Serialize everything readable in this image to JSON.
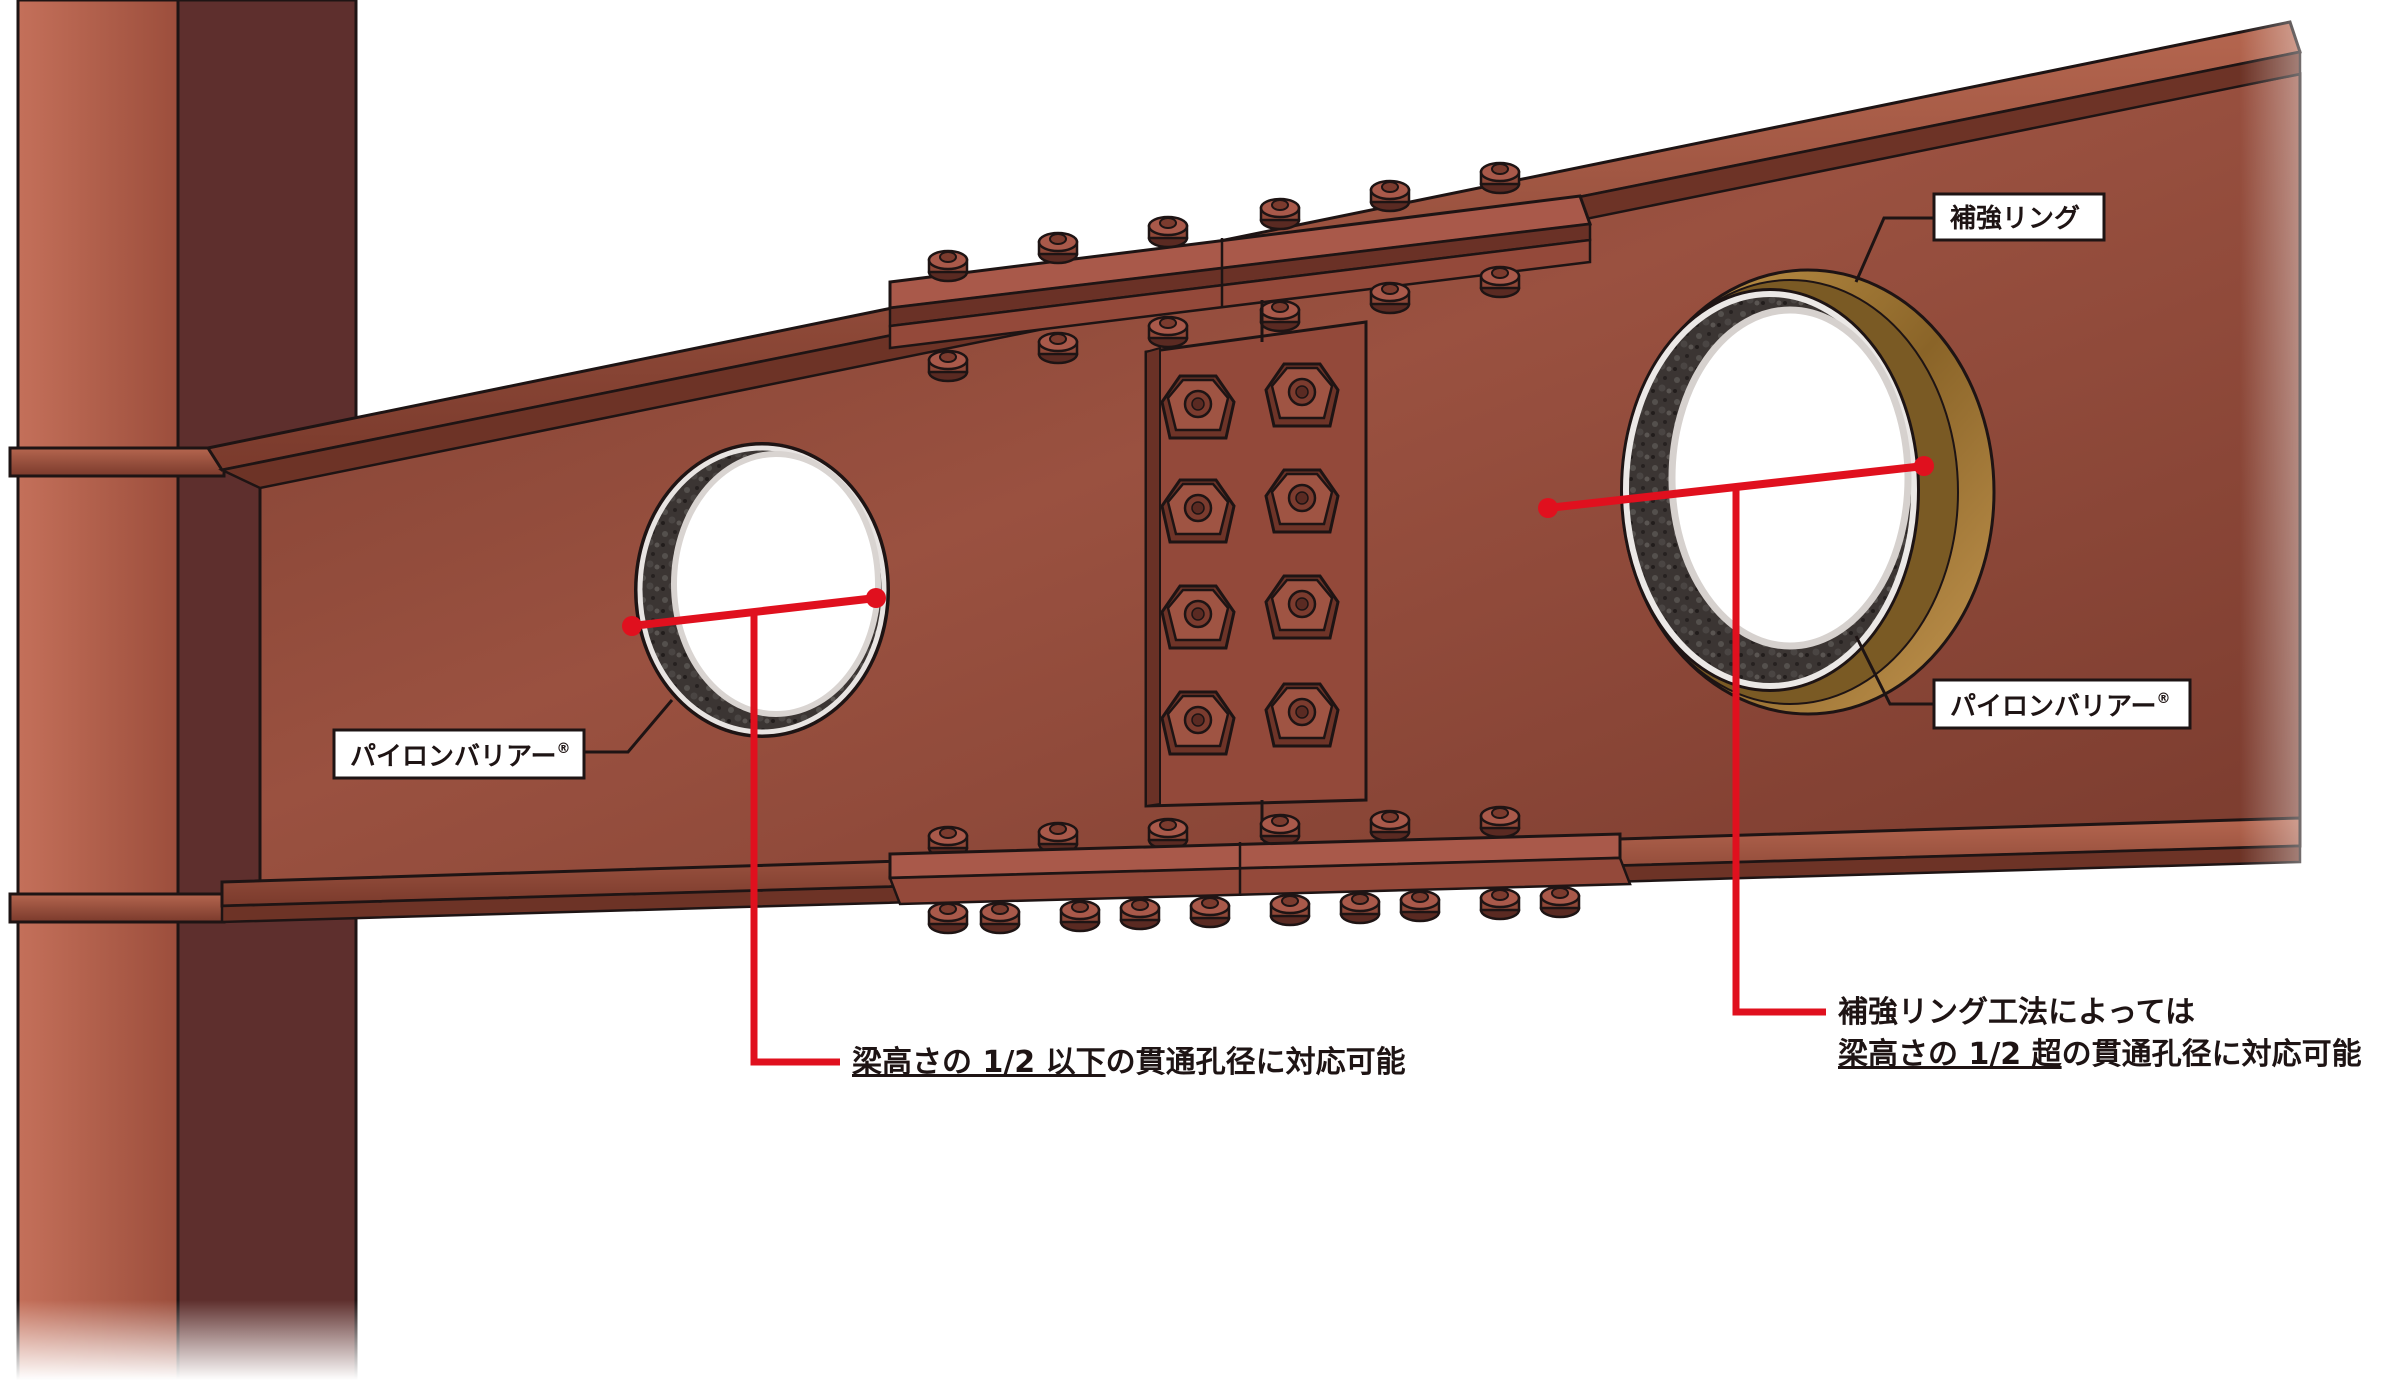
{
  "labels": {
    "ring_label": "補強リング",
    "pylon_left": "パイロンバリアー",
    "pylon_right": "パイロンバリアー",
    "registered_mark": "®"
  },
  "notes": {
    "left": {
      "underlined": "梁高さの 1/2 以下",
      "rest": "の貫通孔径に対応可能"
    },
    "right": {
      "line1": "補強リング工法によっては",
      "underlined": "梁高さの 1/2 超",
      "rest": "の貫通孔径に対応可能"
    }
  },
  "colors": {
    "steel": "#8a4433",
    "steel_light": "#a65a45",
    "column_dark": "#5c2e2c",
    "column_light": "#c06a52",
    "accent_red": "#e0101e",
    "ring_gold": "#a57d3a",
    "barrier_dark": "#3a3432",
    "outline": "#1e1414"
  }
}
